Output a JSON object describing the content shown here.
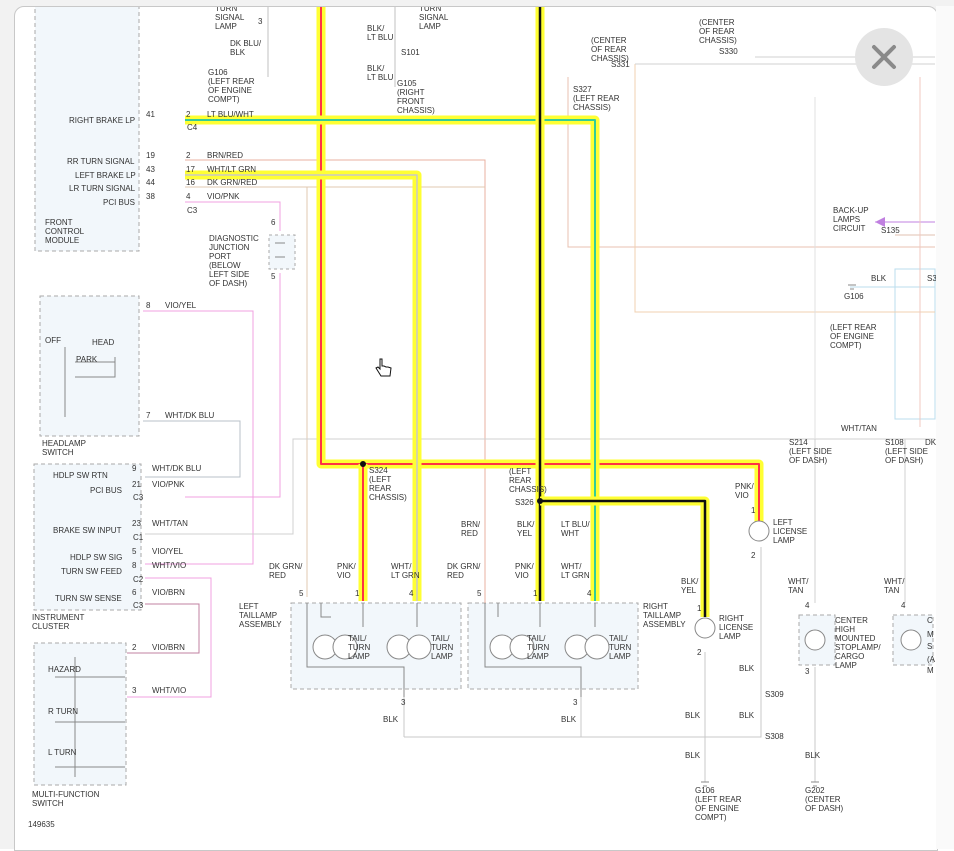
{
  "diagram_id": "149635",
  "close_icon": "close-icon",
  "cursor_icon": "hand-pointer-icon",
  "colors": {
    "highlight": "#ffff33",
    "trace_green": "#33cc66",
    "trace_red": "#ff3344",
    "trace_black": "#111111",
    "wire_pink": "#f0a0e0",
    "wire_tan": "#e8c8a0",
    "wire_gray": "#c8c8c8",
    "wire_violet": "#c080e0",
    "box_fill": "#f2f7fb"
  },
  "labels": {
    "turn_signal_lamp_left": "TURN\nSIGNAL\nLAMP",
    "turn_signal_lamp_right": "TURN\nSIGNAL\nLAMP",
    "pin3_top": "3",
    "dk_blu_blk": "DK BLU/\nBLK",
    "blk_lt_blu_1": "BLK/\nLT BLU",
    "s101": "S101",
    "blk_lt_blu_2": "BLK/\nLT BLU",
    "g106_top": "G106\n(LEFT REAR\nOF ENGINE\nCOMPT)",
    "g105": "G105\n(RIGHT\nFRONT\nCHASSIS)",
    "center_rear_chassis_1": "(CENTER\nOF REAR\nCHASSIS)",
    "s331": "S331",
    "center_rear_chassis_2": "(CENTER\nOF REAR\nCHASSIS)",
    "s330": "S330",
    "s327": "S327\n(LEFT REAR\nCHASSIS)",
    "right_brake_lp": "RIGHT BRAKE LP",
    "pin41": "41",
    "pin2a": "2",
    "lt_blu_wht": "LT BLU/WHT",
    "c4": "C4",
    "rr_turn_signal": "RR TURN SIGNAL",
    "pin19": "19",
    "pin2b": "2",
    "brn_red": "BRN/RED",
    "left_brake_lp": "LEFT BRAKE LP",
    "pin43": "43",
    "pin17": "17",
    "wht_lt_grn": "WHT/LT GRN",
    "lr_turn_signal": "LR TURN SIGNAL",
    "pin44": "44",
    "pin16": "16",
    "dk_grn_red": "DK GRN/RED",
    "pci_bus_fcm": "PCI BUS",
    "pin38": "38",
    "pin4a": "4",
    "vio_pnk": "VIO/PNK",
    "c3a": "C3",
    "front_control_module": "FRONT\nCONTROL\nMODULE",
    "pin6": "6",
    "pin5a": "5",
    "diag_port": "DIAGNOSTIC\nJUNCTION\nPORT\n(BELOW\nLEFT SIDE\nOF DASH)",
    "backup_lamps": "BACK-UP\nLAMPS\nCIRCUIT",
    "s135": "S135",
    "blk_g106": "BLK",
    "g106_right": "G106",
    "g106_right_loc": "(LEFT REAR\nOF ENGINE\nCOMPT)",
    "s3_cut": "S3",
    "pin8a": "8",
    "vio_yel_1": "VIO/YEL",
    "off": "OFF",
    "head": "HEAD",
    "park": "PARK",
    "pin7": "7",
    "wht_dk_blu_1": "WHT/DK BLU",
    "headlamp_switch": "HEADLAMP\nSWITCH",
    "wht_tan_top": "WHT/TAN",
    "s214": "S214\n(LEFT SIDE\nOF DASH)",
    "s108": "S108\n(LEFT SIDE\nOF DASH)",
    "dk_cut": "DK",
    "s324": "S324\n(LEFT\nREAR\nCHASSIS)",
    "hdlp_sw_rtn": "HDLP SW RTN",
    "pin9": "9",
    "wht_dk_blu_2": "WHT/DK BLU",
    "pci_bus_ic": "PCI BUS",
    "pin21": "21",
    "vio_pnk_2": "VIO/PNK",
    "c3b": "C3",
    "left_rear_chassis_s326": "(LEFT\nREAR\nCHASSIS)",
    "s326": "S326",
    "pnk_vio_r": "PNK/\nVIO",
    "brake_sw_input": "BRAKE SW INPUT",
    "pin23": "23",
    "wht_tan_2": "WHT/TAN",
    "c1": "C1",
    "hdlp_sw_sig": "HDLP SW SIG",
    "pin5b": "5",
    "vio_yel_2": "VIO/YEL",
    "turn_sw_feed": "TURN SW FEED",
    "pin8b": "8",
    "wht_vio_1": "WHT/VIO",
    "c2": "C2",
    "pin6b": "6",
    "vio_brn_1": "VIO/BRN",
    "turn_sw_sense": "TURN SW SENSE",
    "c3c": "C3",
    "instrument_cluster": "INSTRUMENT\nCLUSTER",
    "brn_red_2": "BRN/\nRED",
    "blk_yel_1": "BLK/\nYEL",
    "lt_blu_wht_2": "LT BLU/\nWHT",
    "dk_grn_red_l": "DK GRN/\nRED",
    "pnk_vio_l": "PNK/\nVIO",
    "wht_lt_grn_l": "WHT/\nLT GRN",
    "dk_grn_red_r": "DK GRN/\nRED",
    "pnk_vio_r2": "PNK/\nVIO",
    "wht_lt_grn_r": "WHT/\nLT GRN",
    "pin5_l": "5",
    "pin1_l": "1",
    "pin4_l": "4",
    "pin5_r": "5",
    "pin1_r": "1",
    "pin4_r": "4",
    "left_taillamp_assembly": "LEFT\nTAILLAMP\nASSEMBLY",
    "right_taillamp_assembly": "RIGHT\nTAILLAMP\nASSEMBLY",
    "tail_turn_1": "TAIL/\nTURN\nLAMP",
    "tail_turn_2": "TAIL/\nTURN\nLAMP",
    "tail_turn_3": "TAIL/\nTURN\nLAMP",
    "tail_turn_4": "TAIL/\nTURN\nLAMP",
    "pin3_l": "3",
    "pin3_r": "3",
    "blk_l": "BLK",
    "blk_r": "BLK",
    "blk_yel_2": "BLK/\nYEL",
    "pin1_rl": "1",
    "right_license_lamp": "RIGHT\nLICENSE\nLAMP",
    "pin2_rl": "2",
    "pin1_ll": "1",
    "left_license_lamp": "LEFT\nLICENSE\nLAMP",
    "pin2_ll": "2",
    "wht_tan_c": "WHT/\nTAN",
    "pin4_c": "4",
    "chmsl": "CENTER\nHIGH\nMOUNTED\nSTOPLAMP/\nCARGO\nLAMP",
    "pin3_c": "3",
    "wht_tan_r": "WHT/\nTAN",
    "pin4_rr": "4",
    "blk_ll_2": "BLK",
    "s309": "S309",
    "blk_rl_2": "BLK",
    "blk_ll_3": "BLK",
    "s308": "S308",
    "blk_g106b": "BLK",
    "g106_bottom": "G106\n(LEFT REAR\nOF ENGINE\nCOMPT)",
    "blk_g202": "BLK",
    "g202": "G202\n(CENTER\nOF DASH)",
    "pin2_mf": "2",
    "vio_brn_2": "VIO/BRN",
    "pin3_mf": "3",
    "wht_vio_2": "WHT/VIO",
    "hazard": "HAZARD",
    "r_turn": "R TURN",
    "l_turn": "L TURN",
    "multi_function_switch": "MULTI-FUNCTION\nSWITCH",
    "cut_c": "C",
    "cut_m": "M",
    "cut_s": "S",
    "cut_a": "(A",
    "cut_m2": "M"
  }
}
